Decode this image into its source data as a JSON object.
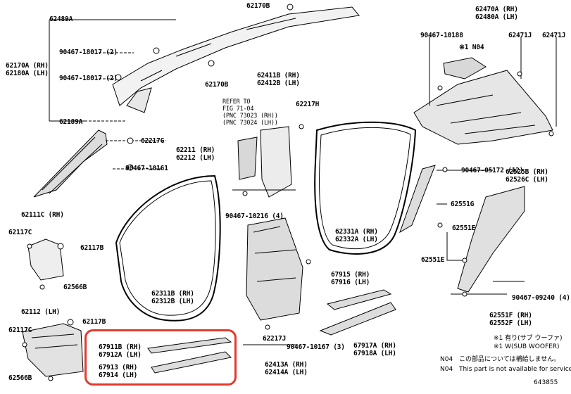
{
  "diagram_number": "643855",
  "labels": {
    "p62489A": "62489A",
    "p62170B_top": "62170B",
    "p62170A": "62170A (RH)\n62180A (LH)",
    "p90467_18017_a": "90467-18017 (2)",
    "p90467_18017_b": "90467-18017 (2)",
    "p62170B_mid": "62170B",
    "p62189A": "62189A",
    "p62217G": "62217G",
    "p62211": "62211 (RH)\n62212 (LH)",
    "p90467_10161": "90467-10161",
    "p62111C": "62111C (RH)",
    "p62117C_a": "62117C",
    "p62117B_a": "62117B",
    "p62566B_a": "62566B",
    "p62112": "62112 (LH)",
    "p62117B_b": "62117B",
    "p62117C_b": "62117C",
    "p62566B_b": "62566B",
    "p62411B": "62411B (RH)\n62412B (LH)",
    "p_refer": "REFER TO\nFIG 71-04\n(PNC 73023 (RH))\n(PNC 73024 (LH))",
    "p62217H": "62217H",
    "p90467_10216": "90467-10216 (4)",
    "p62311B": "62311B (RH)\n62312B (LH)",
    "p62331A": "62331A (RH)\n62332A (LH)",
    "p67915": "67915 (RH)\n67916 (LH)",
    "p62217J": "62217J",
    "p90467_10167": "90467-10167 (3)",
    "p62413A": "62413A (RH)\n62414A (LH)",
    "p67917A": "67917A (RH)\n67918A (LH)",
    "p67911B": "67911B (RH)\n67912A (LH)",
    "p67913": "67913 (RH)\n67914 (LH)",
    "p62470A": "62470A (RH)\n62480A (LH)",
    "p90467_10188": "90467-10188",
    "p62471J_a": "62471J",
    "p62471J_b": "62471J",
    "p_n04": "※1 N04",
    "p90467_05172": "90467-05172 (12)",
    "p62525B": "62525B (RH)\n62526C (LH)",
    "p62551G": "62551G",
    "p62551E_a": "62551E",
    "p62551E_b": "62551E",
    "p90467_09240": "90467-09240 (4)",
    "p62551F": "62551F (RH)\n62552F (LH)"
  },
  "notes": {
    "n1": "※1 有り(サブ ウーファ)",
    "n2": "※1 W(SUB WOOFER)",
    "n3_code": "N04",
    "n3_text": "この部品については補給しません。",
    "n4_code": "N04",
    "n4_text": "This part is not available for service"
  },
  "colors": {
    "highlight": "#e23b2e",
    "line": "#000000"
  }
}
